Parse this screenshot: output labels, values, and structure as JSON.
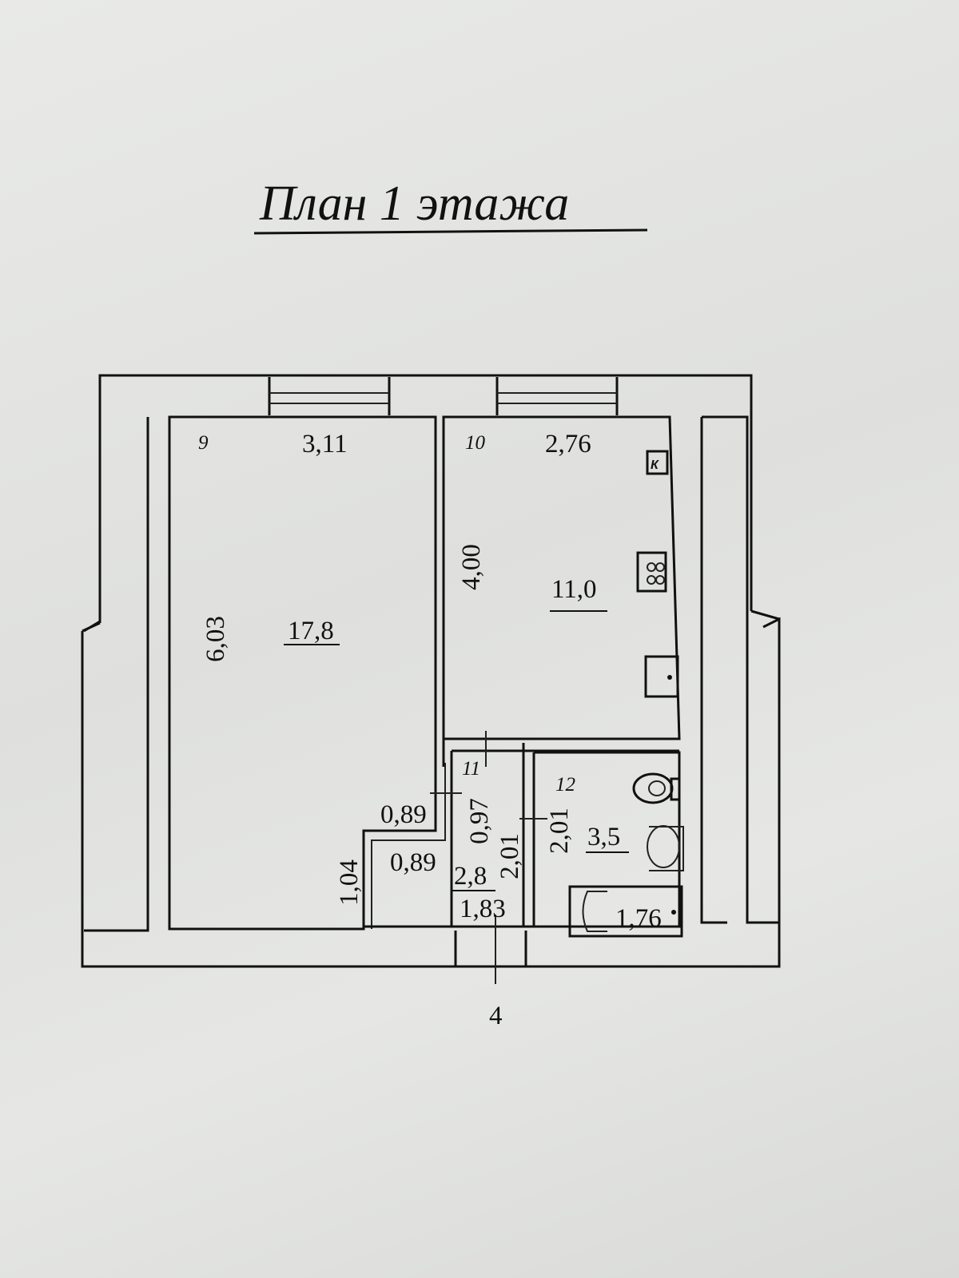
{
  "title": "План 1 этажа",
  "rooms": [
    {
      "number": "9",
      "area": "17,8",
      "width": "3,11",
      "length": "6,03"
    },
    {
      "number": "10",
      "area": "11,0",
      "width": "2,76",
      "length": "4,00"
    },
    {
      "number": "11",
      "area": "2,8",
      "width": "1,83",
      "length": "2,01"
    },
    {
      "number": "12",
      "area": "3,5",
      "length": "2,01"
    }
  ],
  "dimensions": {
    "hall_top_width": "0,89",
    "hall_lower_width": "0,89",
    "hall_top_length": "0,97",
    "room9_notch": "1,04",
    "bath_length": "1,76"
  },
  "symbols": {
    "vent": "К"
  },
  "section_mark": "4"
}
